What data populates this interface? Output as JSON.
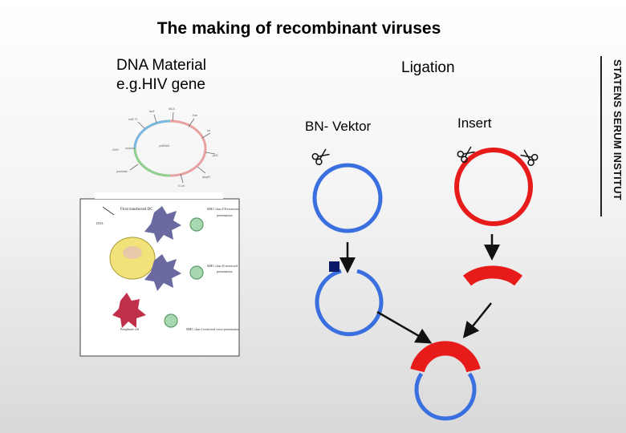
{
  "title": "The making of recombinant viruses",
  "dna_material": {
    "line1": "DNA Material",
    "line2": "e.g.HIV gene"
  },
  "ligation": "Ligation",
  "bn_vektor": "BN- Vektor",
  "insert": "Insert",
  "side_label": "STATENS SERUM INSTITUT",
  "colors": {
    "vector": "#3a6fe0",
    "insert": "#e81b1b",
    "arrow": "#111111",
    "marker": "#0a1a66"
  },
  "icons": [
    "scissors-icon",
    "scissors-icon",
    "scissors-icon"
  ]
}
